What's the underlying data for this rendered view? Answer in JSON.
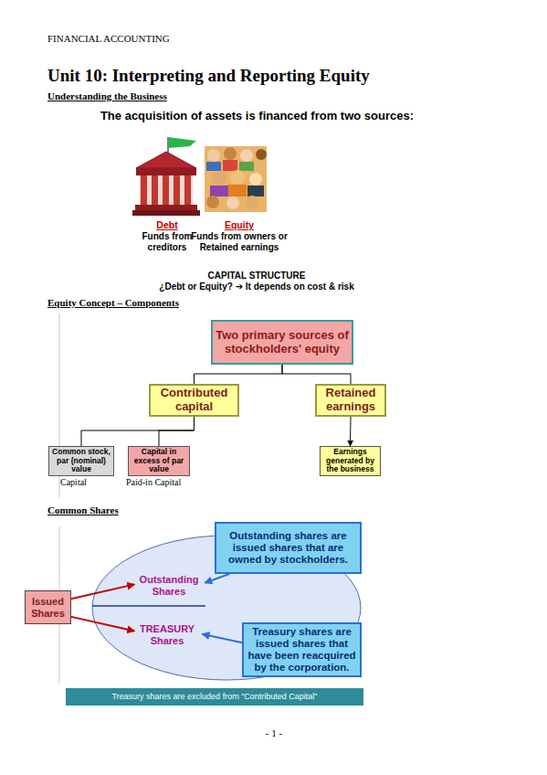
{
  "diagram": {
    "title": "Unit 10: Interpreting and Reporting Equity",
    "nodes": [
      {
        "text": [
          "Two primary sources of stockholders' equity"
        ]
      },
      {
        "text": [
          "Contributed capital"
        ]
      },
      {
        "text": [
          "Retained earnings"
        ]
      },
      {
        "text": [
          "Common stock, par (nominal) value"
        ]
      },
      {
        "text": [
          "Capital in excess of par value"
        ]
      },
      {
        "text": [
          "Earnings generated by the business"
        ]
      },
      {
        "text": [
          "Outstanding Shares",
          "TREASURY Shares"
        ]
      },
      {
        "text": [
          "Issued Shares"
        ]
      },
      {
        "text": [
          "Outstanding shares are issued shares that are owned by stockholders."
        ]
      },
      {
        "text": [
          "Treasury shares are issued shares that have been reacquired by the corporation."
        ]
      },
      {
        "text": [
          "Treasury shares are excluded from \"Contributed Capital\""
        ]
      }
    ],
    "edges": [
      {
        "from": 0,
        "to": 1,
        "arrow": "none"
      },
      {
        "from": 0,
        "to": 2,
        "arrow": "none"
      },
      {
        "from": 1,
        "to": 3,
        "arrow": "none"
      },
      {
        "from": 1,
        "to": 4,
        "arrow": "none"
      },
      {
        "from": 2,
        "to": 5,
        "arrow": "to"
      },
      {
        "from": 7,
        "to": 6,
        "arrow": "to"
      },
      {
        "from": 7,
        "to": 6,
        "arrow": "to"
      },
      {
        "from": 8,
        "to": 6,
        "arrow": "to"
      },
      {
        "from": 9,
        "to": 6,
        "arrow": "to"
      }
    ],
    "labels": [
      "FINANCIAL ACCOUNTING",
      "Understanding the Business",
      "The acquisition of assets is financed from two sources:",
      "Debt",
      "Funds from creditors",
      "Equity",
      "Funds from owners or Retained earnings",
      "CAPITAL STRUCTURE",
      "¿Debt or Equity? ➔ It depends on cost & risk",
      "Equity Concept – Components",
      "Capital",
      "Paid-in Capital",
      "Common Shares",
      "- 1 -"
    ]
  }
}
